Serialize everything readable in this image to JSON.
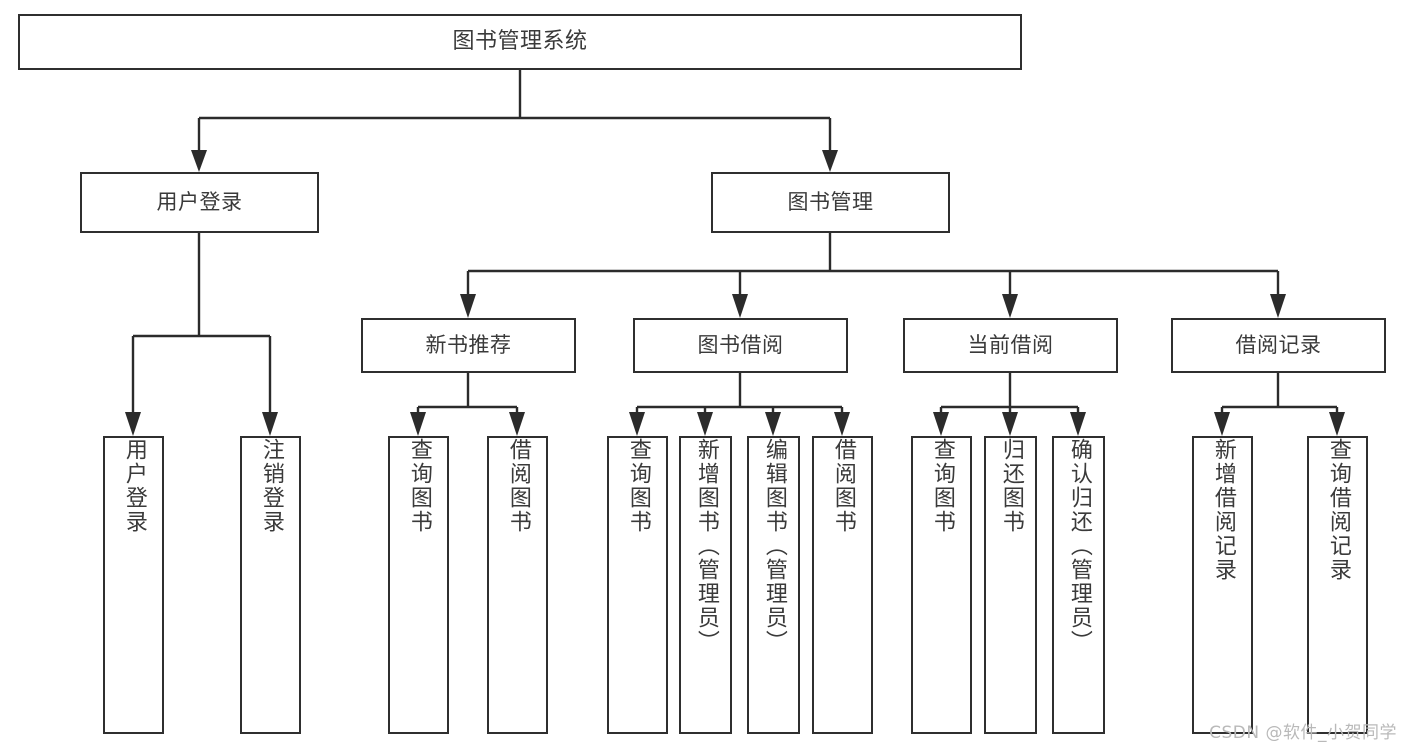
{
  "diagram": {
    "title": "图书管理系统",
    "root": {
      "label": "图书管理系统"
    },
    "level2": [
      {
        "label": "用户登录"
      },
      {
        "label": "图书管理"
      }
    ],
    "level3": [
      {
        "label": "新书推荐"
      },
      {
        "label": "图书借阅"
      },
      {
        "label": "当前借阅"
      },
      {
        "label": "借阅记录"
      }
    ],
    "leaves": {
      "user_login": [
        {
          "label": "用户登录"
        },
        {
          "label": "注销登录"
        }
      ],
      "new_book_recommend": [
        {
          "label": "查询图书"
        },
        {
          "label": "借阅图书"
        }
      ],
      "book_borrow": [
        {
          "label": "查询图书"
        },
        {
          "label": "新增图书（管理员）"
        },
        {
          "label": "编辑图书（管理员）"
        },
        {
          "label": "借阅图书"
        }
      ],
      "current_borrow": [
        {
          "label": "查询图书"
        },
        {
          "label": "归还图书"
        },
        {
          "label": "确认归还（管理员）"
        }
      ],
      "borrow_record": [
        {
          "label": "新增借阅记录"
        },
        {
          "label": "查询借阅记录"
        }
      ]
    }
  },
  "watermark": {
    "text": "CSDN @软件_小贺同学"
  },
  "colors": {
    "line": "#2b2b2b",
    "box_border": "#2f2f2f",
    "box_fill": "#ffffff",
    "text": "#3a3a3a",
    "watermark": "#b9b9b9",
    "page_background": "#ffffff"
  }
}
